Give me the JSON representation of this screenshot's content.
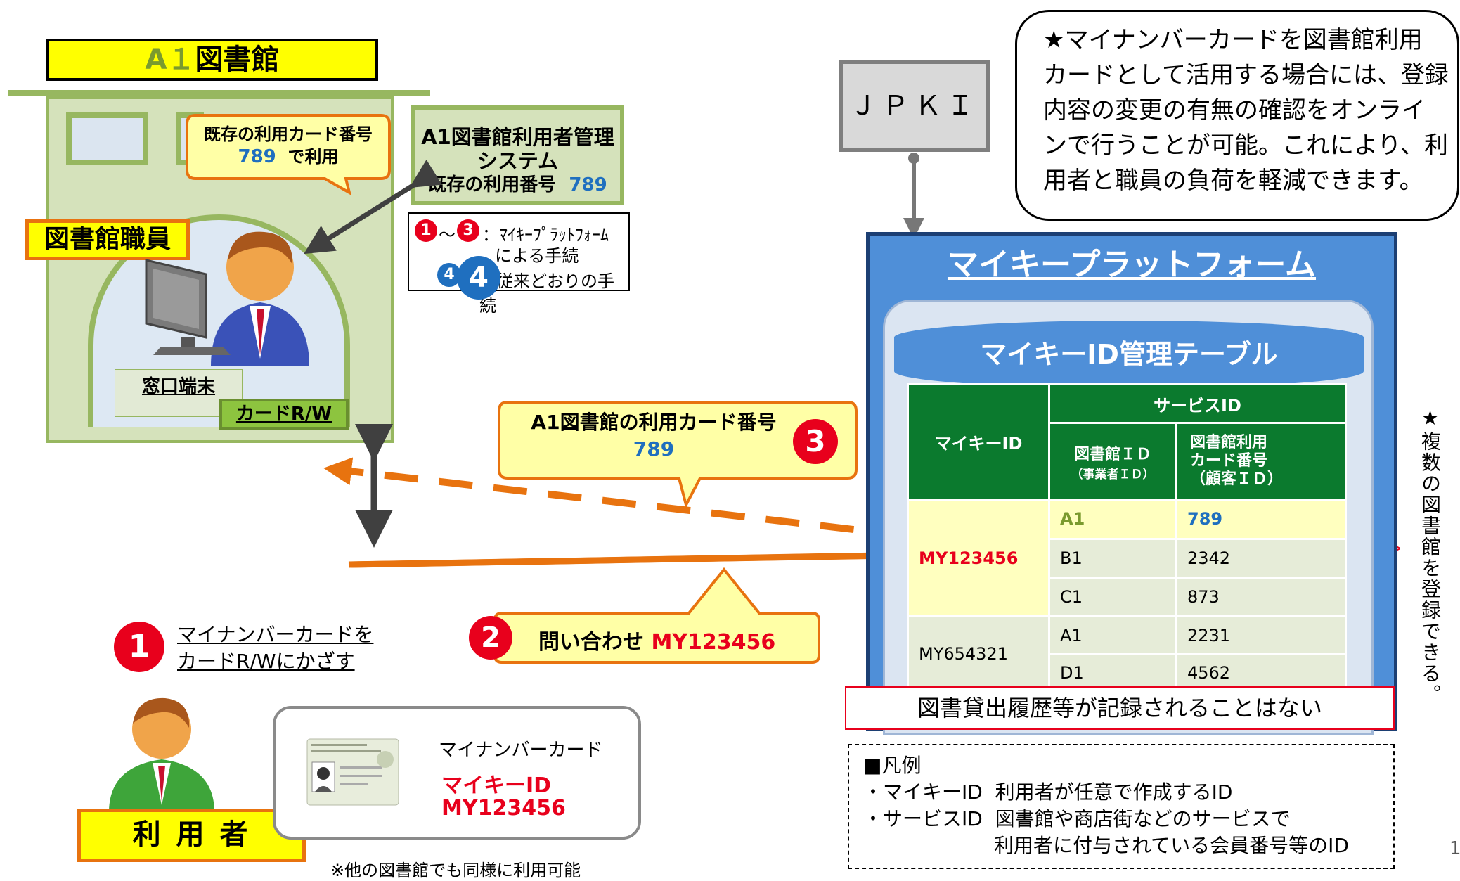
{
  "library": {
    "title_prefix": "A１",
    "title_suffix": "図書館",
    "staff_label": "図書館職員",
    "terminal_label": "窓口端末",
    "card_rw_label": "カードR/W"
  },
  "existing_card_bubble": {
    "line1": "既存の利用カード番号",
    "number": "789",
    "suffix": "で利用"
  },
  "mgmt_system": {
    "line1": "A1図書館利用者管理",
    "line2": "システム",
    "line3_prefix": "既存の利用番号",
    "number": "789"
  },
  "legend_box": {
    "range_from": "1",
    "tilde": "～",
    "range_to": "3",
    "range_text_1": "：ﾏｲｷｰﾌﾟﾗｯﾄﾌｫｰﾑ",
    "range_text_2": "による手続",
    "item4_num": "4",
    "item4_text": "：従来どおりの手続"
  },
  "callout3": {
    "line1": "A1図書館の利用カード番号",
    "number": "789",
    "step": "3"
  },
  "step1": {
    "num": "1",
    "line1": "マイナンバーカードを",
    "line2": "カードR/Wにかざす"
  },
  "step2": {
    "num": "2",
    "prefix": "問い合わせ",
    "id": "MY123456"
  },
  "step4": {
    "num": "4"
  },
  "mynumber_card": {
    "label": "マイナンバーカード",
    "id_label": "マイキーID",
    "id_value": "MY123456"
  },
  "user_label": "利 用 者",
  "note_other_libraries": "※他の図書館でも同様に利用可能",
  "jpki": {
    "label": "ＪＰＫＩ"
  },
  "info_bubble": {
    "lines": [
      "★マイナンバーカードを図書館利用",
      "カードとして活用する場合には、登録",
      "内容の変更の有無の確認をオンライ",
      "ンで行うことが可能。これにより、利",
      "用者と職員の負荷を軽減できます。"
    ]
  },
  "platform": {
    "title": "マイキープラットフォーム",
    "table_title": "マイキーID管理テーブル",
    "headers": {
      "mykey_id": "マイキーID",
      "service_id": "サービスID",
      "library_id": "図書館ＩＤ",
      "library_id_sub": "（事業者ＩＤ）",
      "card_no_1": "図書館利用",
      "card_no_2": "カード番号",
      "card_no_3": "（顧客ＩＤ）"
    },
    "rows": [
      {
        "mykey": "MY123456",
        "lib": "A1",
        "card": "789"
      },
      {
        "lib": "B1",
        "card": "2342"
      },
      {
        "lib": "C1",
        "card": "873"
      },
      {
        "mykey": "MY654321",
        "lib": "A1",
        "card": "2231"
      },
      {
        "lib": "D1",
        "card": "4562"
      }
    ],
    "no_history_note": "図書貸出履歴等が記録されることはない"
  },
  "vertical_note": "★複数の図書館を登録できる。",
  "legend_bottom": {
    "title": "■凡例",
    "line1_term": "・マイキーID",
    "line1_desc": "利用者が任意で作成するID",
    "line2_term": "・サービスID",
    "line2_desc": "図書館や商店街などのサービスで",
    "line3_desc": "利用者に付与されている会員番号等のID"
  },
  "page_number": "1",
  "colors": {
    "library_green": "#d5e2bb",
    "library_border": "#97b760",
    "orange": "#e8730f",
    "platform_blue": "#4f8fd8",
    "table_green": "#0b7a2e",
    "step_red": "#e8001c",
    "step_blue": "#1f6fbf"
  }
}
